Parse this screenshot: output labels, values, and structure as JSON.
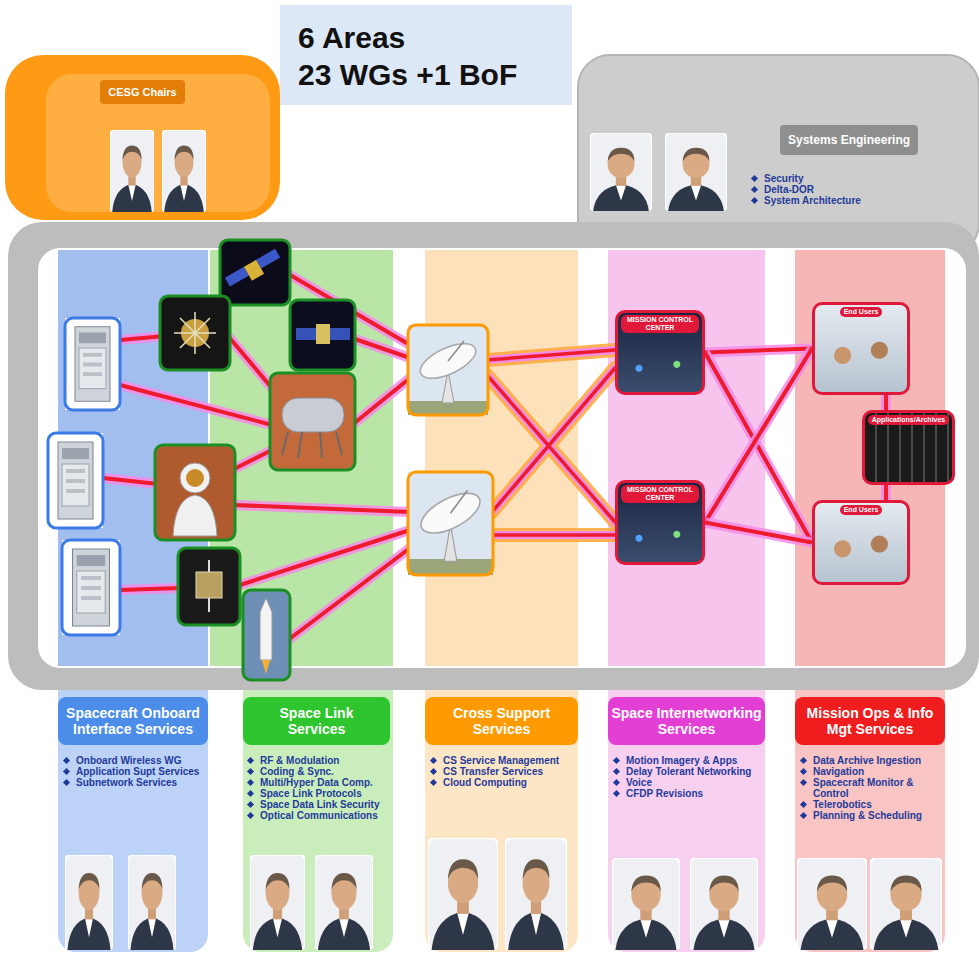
{
  "diagram": {
    "nodes": [
      {
        "text": [
          "6 Areas",
          "23 WGs +1 BoF"
        ]
      },
      {
        "text": [
          "CESG Chairs"
        ]
      },
      {
        "text": [
          "Systems Engineering",
          "Security",
          "Delta-DOR",
          "System Architecture"
        ]
      },
      {
        "text": [
          "Spacecraft Onboard Interface Services",
          "Onboard Wireless WG",
          "Application Supt Services",
          "Subnetwork Services"
        ]
      },
      {
        "text": [
          "Space Link Services",
          "RF & Modulation",
          "Coding & Sync.",
          "Multi/Hyper Data Comp.",
          "Space Link Protocols",
          "Space Data Link Security",
          "Optical Communications"
        ]
      },
      {
        "text": [
          "Cross Support Services",
          "CS Service Management",
          "CS Transfer Services",
          "Cloud Computing"
        ]
      },
      {
        "text": [
          "Space Internetworking Services",
          "Motion Imagery & Apps",
          "Delay Tolerant Networking",
          "Voice",
          "CFDP Revisions"
        ]
      },
      {
        "text": [
          "MISSION CONTROL CENTER"
        ],
        "in": 6
      },
      {
        "text": [
          "MISSION CONTROL CENTER"
        ],
        "in": 6
      },
      {
        "text": [
          "Mission Ops & Info Mgt Services",
          "Data Archive Ingestion",
          "Navigation",
          "Spacecraft Monitor & Control",
          "Telerobotics",
          "Planning & Scheduling"
        ]
      },
      {
        "text": [
          "End Users"
        ],
        "in": 9
      },
      {
        "text": [
          "Applications/Archives"
        ],
        "in": 9
      },
      {
        "text": [
          "End Users"
        ],
        "in": 9
      }
    ],
    "edges": [
      {
        "from": 7,
        "to": 10,
        "arrow": "none"
      },
      {
        "from": 7,
        "to": 12,
        "arrow": "none"
      },
      {
        "from": 8,
        "to": 10,
        "arrow": "none"
      },
      {
        "from": 8,
        "to": 12,
        "arrow": "none"
      },
      {
        "from": 10,
        "to": 11,
        "arrow": "none"
      },
      {
        "from": 11,
        "to": 12,
        "arrow": "none"
      }
    ]
  }
}
